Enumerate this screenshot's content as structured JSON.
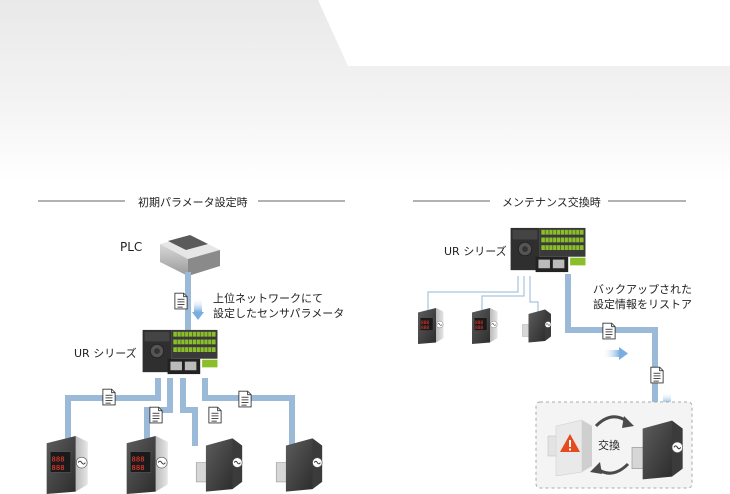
{
  "left": {
    "title": "初期パラメータ設定時",
    "plc_label": "PLC",
    "network_label_line1": "上位ネットワークにて",
    "network_label_line2": "設定したセンサパラメータ",
    "unit_label": "UR シリーズ"
  },
  "right": {
    "title": "メンテナンス交換時",
    "unit_label": "UR シリーズ",
    "restore_label_line1": "バックアップされた",
    "restore_label_line2": "設定情報をリストア",
    "swap_label": "交換"
  },
  "colors": {
    "cable": "#9bbad8",
    "cable_thin": "#a9c3dc",
    "arrow": "#7aaee0",
    "warning": "#e64b1e"
  }
}
